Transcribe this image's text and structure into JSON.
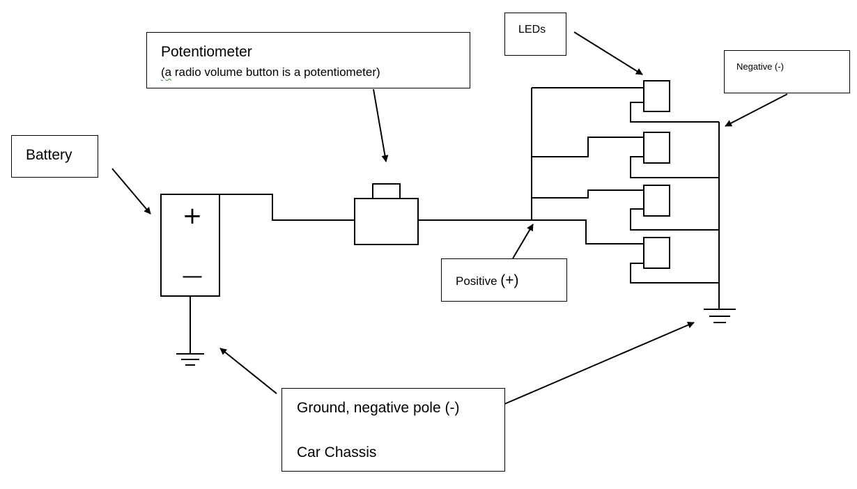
{
  "labels": {
    "potentiometer_title": "Potentiometer",
    "potentiometer_note_first": "(a",
    "potentiometer_note_rest": " radio volume button is a potentiometer)",
    "battery": "Battery",
    "leds": "LEDs",
    "negative": "Negative (-)",
    "positive_text": "Positive ",
    "positive_sign": "(+)",
    "ground_line1": "Ground, negative pole (-)",
    "ground_line2": "Car Chassis"
  },
  "battery_symbols": {
    "plus": "+",
    "minus": "—"
  }
}
